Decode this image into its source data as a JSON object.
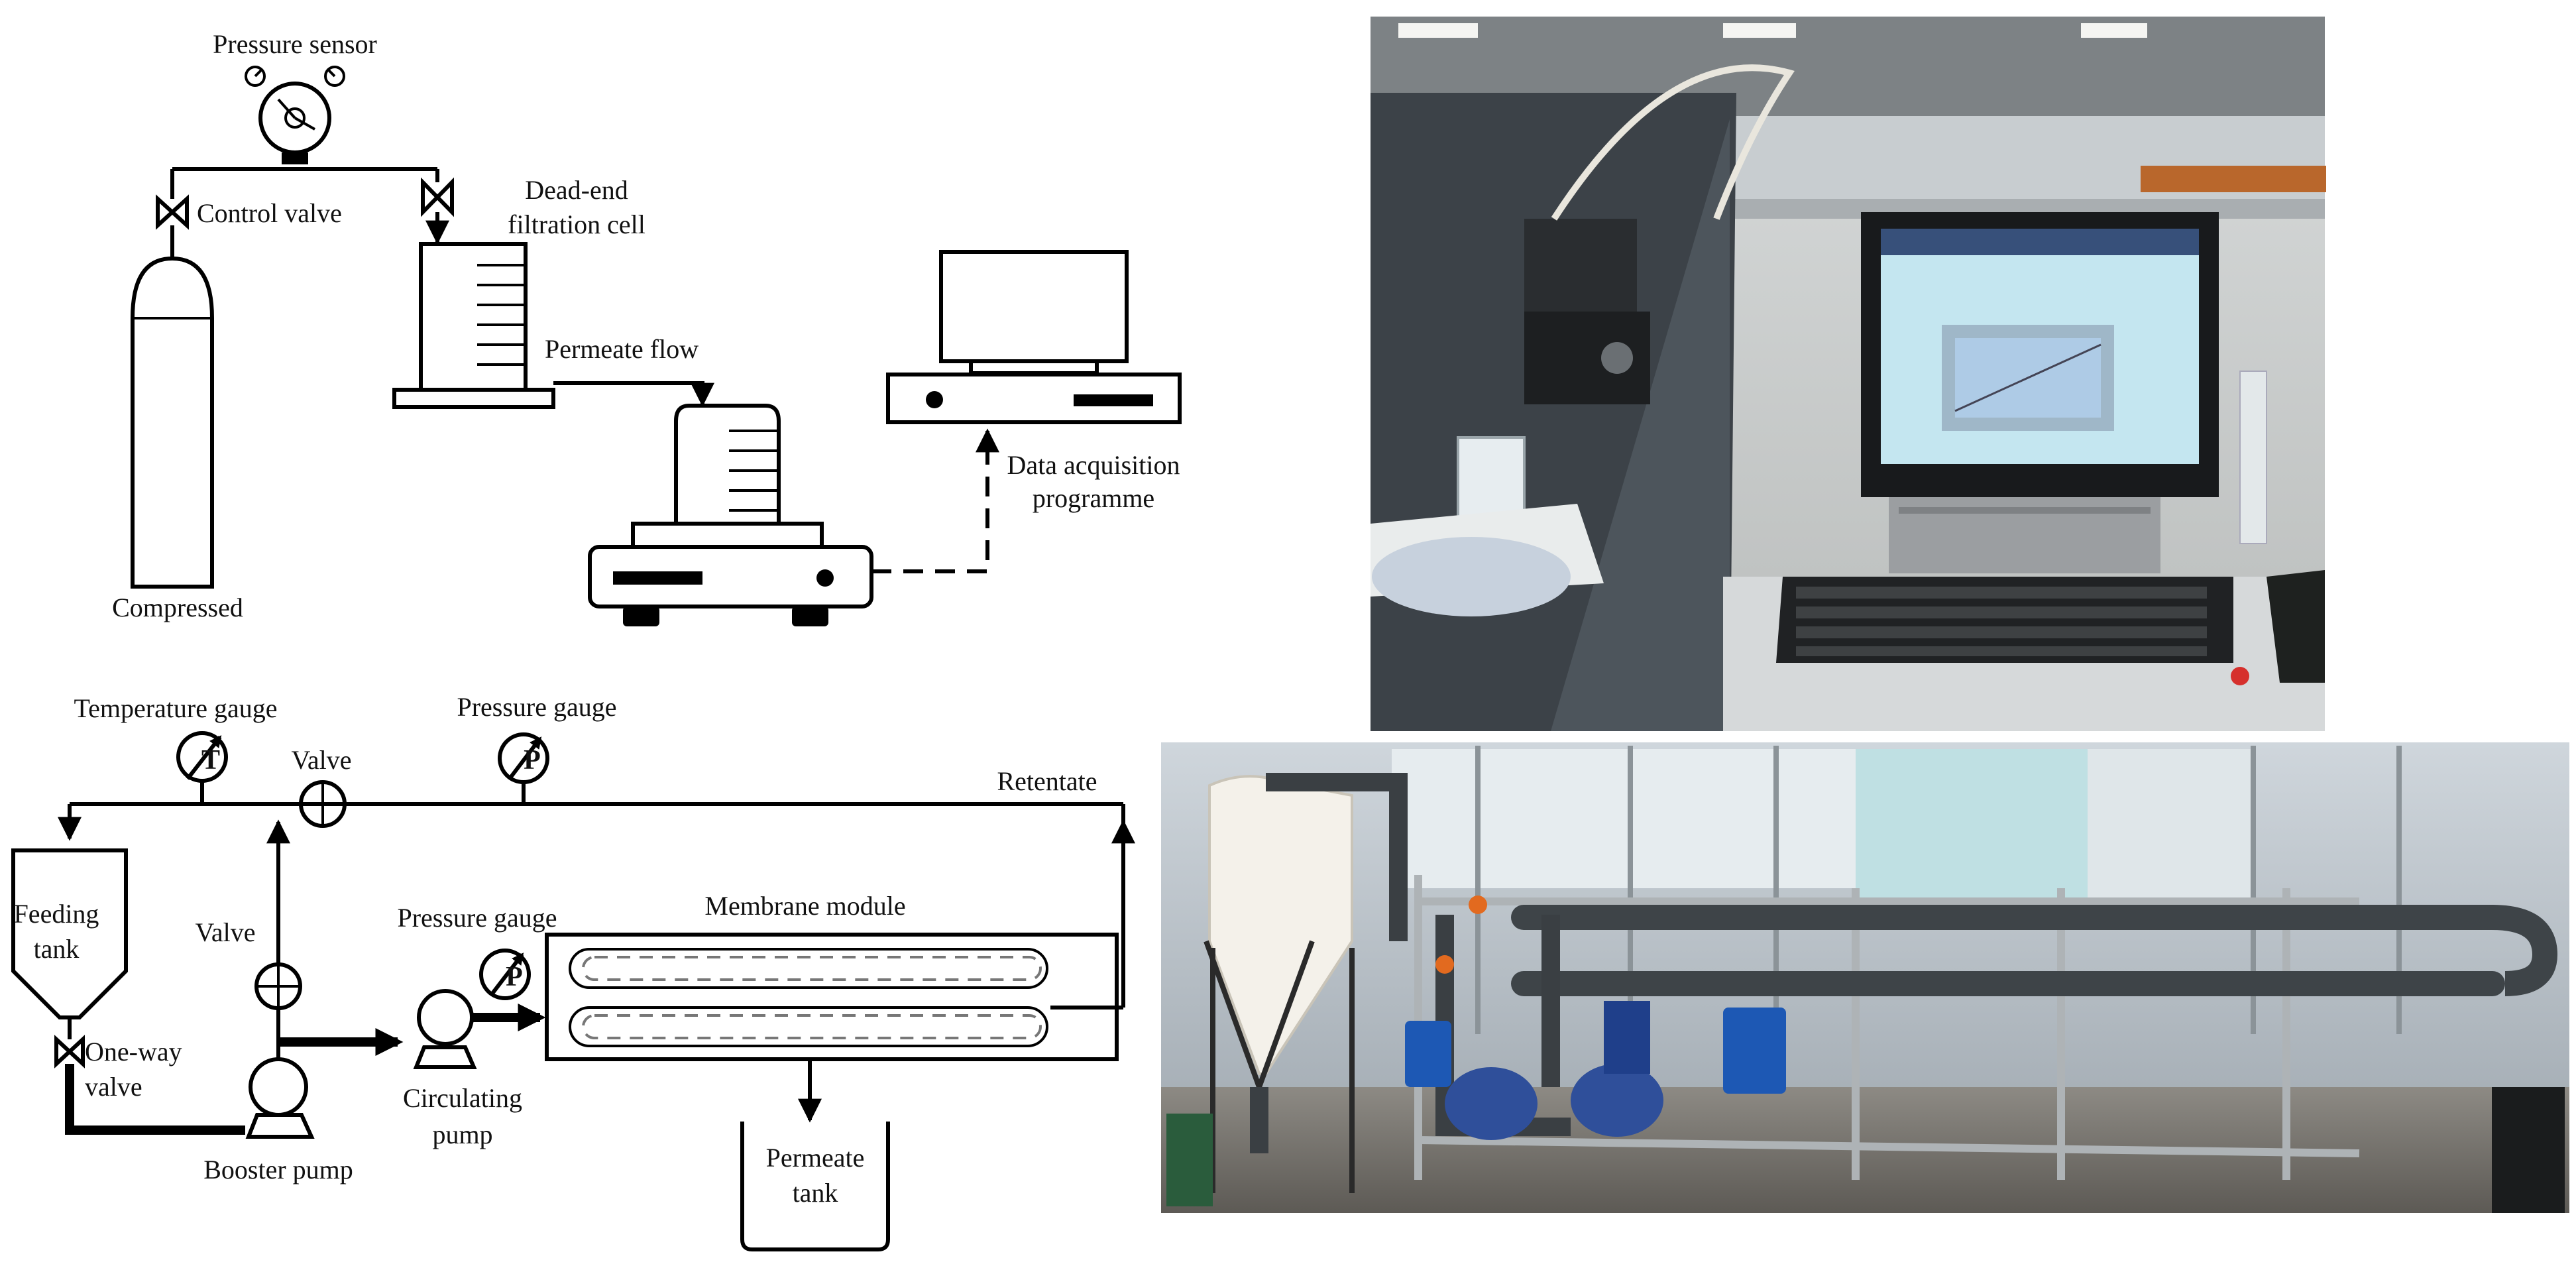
{
  "labels": {
    "pressure_sensor": "Pressure sensor",
    "control_valve": "Control valve",
    "dead_end_line1": "Dead-end",
    "dead_end_line2": "filtration cell",
    "permeate_flow": "Permeate flow",
    "data_acq_line1": "Data acquisition",
    "data_acq_line2": "programme",
    "compressed": "Compressed",
    "temperature_gauge": "Temperature gauge",
    "valve_top": "Valve",
    "pressure_gauge_top": "Pressure gauge",
    "retentate": "Retentate",
    "feeding_line1": "Feeding",
    "feeding_line2": "tank",
    "valve_left": "Valve",
    "pressure_gauge_mid": "Pressure gauge",
    "membrane_module": "Membrane module",
    "one_way_line1": "One-way",
    "one_way_line2": "valve",
    "booster_pump": "Booster pump",
    "circulating_line1": "Circulating",
    "circulating_line2": "pump",
    "permeate_tank_line1": "Permeate",
    "permeate_tank_line2": "tank",
    "gauge_T": "T",
    "gauge_P": "P"
  }
}
